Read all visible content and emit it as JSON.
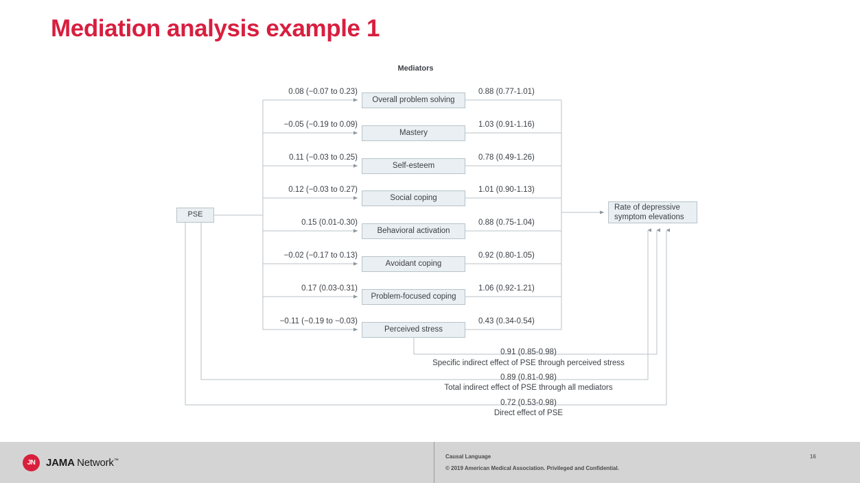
{
  "slide": {
    "title": "Mediation analysis example 1",
    "accent_color": "#D81E3F"
  },
  "figure": {
    "mediators_header": "Mediators",
    "exposure": {
      "label": "PSE"
    },
    "outcome": {
      "line1": "Rate of depressive",
      "line2": "symptom elevations"
    },
    "mediators": [
      {
        "name": "Overall problem solving",
        "a_path": "0.08 (−0.07 to 0.23)",
        "b_path": "0.88 (0.77-1.01)"
      },
      {
        "name": "Mastery",
        "a_path": "−0.05 (−0.19 to 0.09)",
        "b_path": "1.03 (0.91-1.16)"
      },
      {
        "name": "Self-esteem",
        "a_path": "0.11 (−0.03 to 0.25)",
        "b_path": "0.78 (0.49-1.26)"
      },
      {
        "name": "Social coping",
        "a_path": "0.12 (−0.03 to 0.27)",
        "b_path": "1.01 (0.90-1.13)"
      },
      {
        "name": "Behavioral activation",
        "a_path": "0.15 (0.01-0.30)",
        "b_path": "0.88 (0.75-1.04)"
      },
      {
        "name": "Avoidant coping",
        "a_path": "−0.02 (−0.17 to 0.13)",
        "b_path": "0.92 (0.80-1.05)"
      },
      {
        "name": "Problem-focused coping",
        "a_path": "0.17 (0.03-0.31)",
        "b_path": "1.06 (0.92-1.21)"
      },
      {
        "name": "Perceived stress",
        "a_path": "−0.11 (−0.19 to −0.03)",
        "b_path": "0.43 (0.34-0.54)"
      }
    ],
    "effects": [
      {
        "value": "0.91 (0.85-0.98)",
        "caption": "Specific indirect effect of PSE through perceived stress"
      },
      {
        "value": "0.89 (0.81-0.98)",
        "caption": "Total indirect effect of PSE through all mediators"
      },
      {
        "value": "0.72 (0.53-0.98)",
        "caption": "Direct effect of PSE"
      }
    ]
  },
  "footer": {
    "logo_badge": "JN",
    "logo_bold": "JAMA",
    "logo_light": "Network",
    "logo_tm": "™",
    "line1": "Causal Language",
    "line2": "© 2019 American Medical Association. Privileged and Confidential.",
    "page_number": "16"
  }
}
